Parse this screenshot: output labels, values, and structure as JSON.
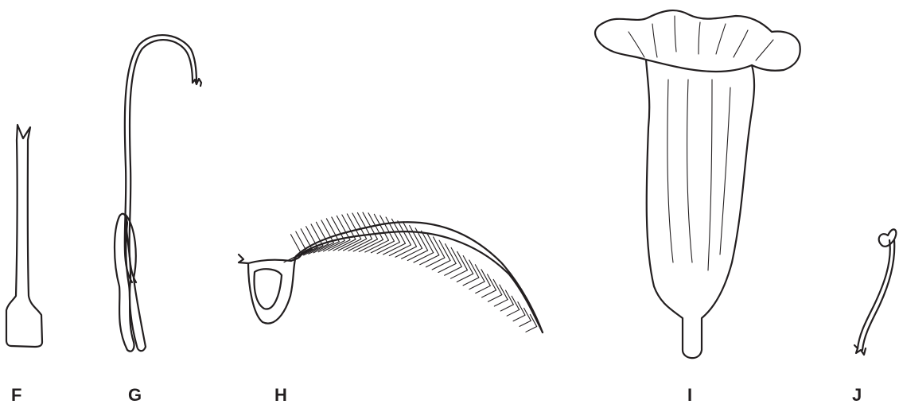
{
  "figure": {
    "panels": [
      {
        "id": "F",
        "label": "F",
        "depicts": "style"
      },
      {
        "id": "G",
        "label": "G",
        "depicts": "stamen"
      },
      {
        "id": "H",
        "label": "H",
        "depicts": "plumose-bristle"
      },
      {
        "id": "I",
        "label": "I",
        "depicts": "corolla"
      },
      {
        "id": "J",
        "label": "J",
        "depicts": "style-fragment"
      }
    ],
    "colors": {
      "ink": "#231f20",
      "background": "#ffffff"
    }
  }
}
